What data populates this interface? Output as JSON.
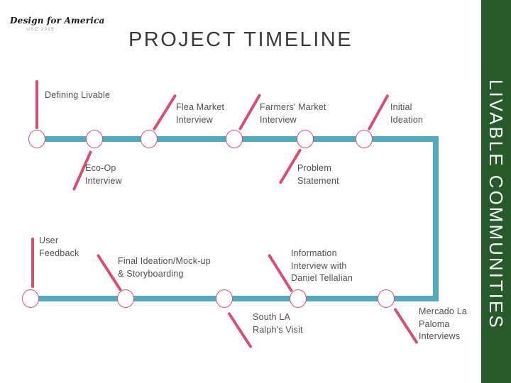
{
  "logo": {
    "brand": "Design for America",
    "sub": "USC 2015"
  },
  "title": "PROJECT TIMELINE",
  "sidebar": {
    "label": "LIVABLE COMMUNITIES",
    "color": "#27592b"
  },
  "colors": {
    "timeline": "#55a9bf",
    "tick": "#d8506e",
    "sidebar": "#27592b"
  },
  "timeline": {
    "top_events": [
      {
        "label": "Defining Livable"
      },
      {
        "label": "Eco-Op\nInterview"
      },
      {
        "label": "Flea Market\nInterview"
      },
      {
        "label": "Farmers' Market\nInterview"
      },
      {
        "label": "Problem\nStatement"
      },
      {
        "label": "Initial\nIdeation"
      }
    ],
    "bottom_events": [
      {
        "label": "User\nFeedback"
      },
      {
        "label": "Final Ideation/Mock-up\n& Storyboarding"
      },
      {
        "label": "South LA\nRalph's Visit"
      },
      {
        "label": "Information\nInterview with\nDaniel Tellalian"
      },
      {
        "label": "Mercado La\nPaloma\nInterviews"
      }
    ]
  }
}
